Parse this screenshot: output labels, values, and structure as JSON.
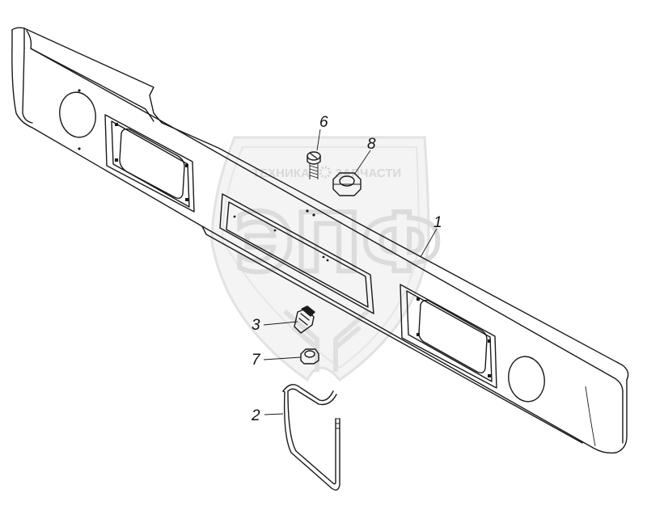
{
  "watermark": {
    "top_left": "ТЕХНИКА",
    "top_right": "ЗАПЧАСТИ",
    "big": "ЭПФ"
  },
  "callouts": {
    "c1": "1",
    "c2": "2",
    "c3": "3",
    "c6": "6",
    "c7": "7",
    "c8": "8"
  },
  "colors": {
    "line": "#1a1a1a",
    "watermark": "#d9d9d9",
    "background": "#ffffff"
  }
}
